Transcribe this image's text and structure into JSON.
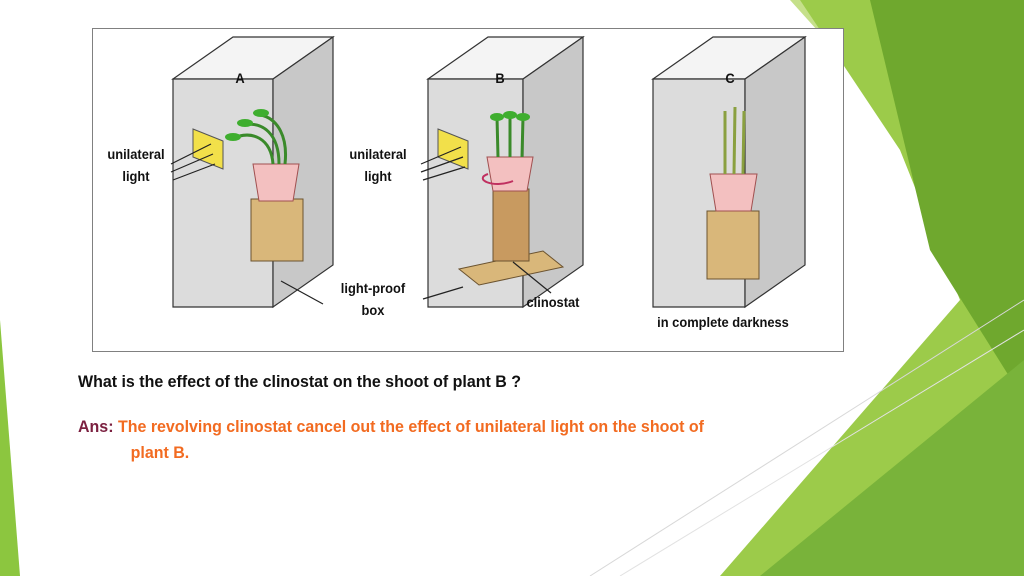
{
  "figure": {
    "box_labels": [
      "A",
      "B",
      "C"
    ],
    "unilateral_light_a": [
      "unilateral",
      "light"
    ],
    "unilateral_light_b": [
      "unilateral",
      "light"
    ],
    "light_proof_box": [
      "light-proof",
      "box"
    ],
    "clinostat": "clinostat",
    "darkness": "in complete darkness"
  },
  "question": "What is the effect of the clinostat on the shoot of plant B ?",
  "answer": {
    "prefix": "Ans:",
    "line1": "The revolving clinostat cancel out the effect of unilateral light on the shoot of",
    "line2": "plant B."
  },
  "colors": {
    "ans_prefix": "#7b2040",
    "ans_text": "#f26b21",
    "green_accent": "#8cc63f"
  }
}
